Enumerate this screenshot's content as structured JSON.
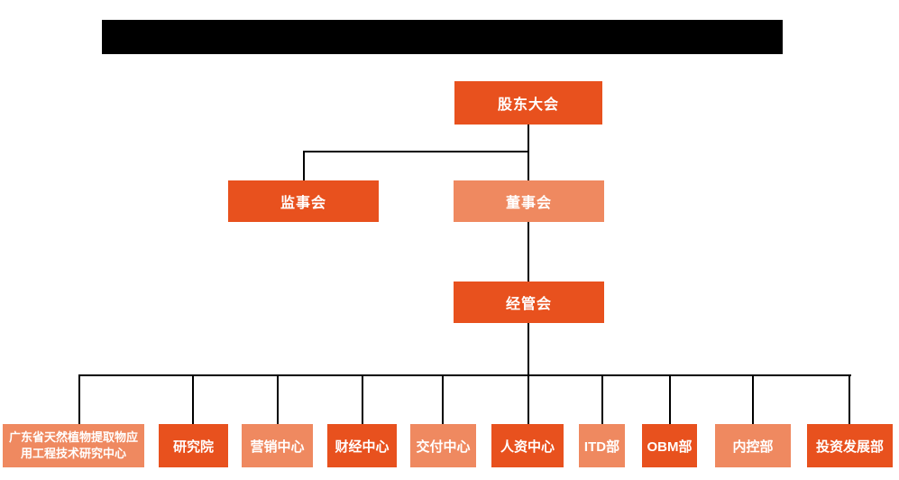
{
  "colors": {
    "primary": "#E8511E",
    "secondary": "#EF8960",
    "line": "#000000",
    "text": "#FFFFFF",
    "redacted_bar": "#000000"
  },
  "org": {
    "root": {
      "label": "股东大会"
    },
    "supervisory": {
      "label": "监事会"
    },
    "board": {
      "label": "董事会"
    },
    "management": {
      "label": "经管会"
    },
    "departments": [
      {
        "label": "广东省天然植物提取物应用工程技术研究中心",
        "tone": "secondary"
      },
      {
        "label": "研究院",
        "tone": "primary"
      },
      {
        "label": "营销中心",
        "tone": "secondary"
      },
      {
        "label": "财经中心",
        "tone": "primary"
      },
      {
        "label": "交付中心",
        "tone": "secondary"
      },
      {
        "label": "人资中心",
        "tone": "primary"
      },
      {
        "label": "ITD部",
        "tone": "secondary"
      },
      {
        "label": "OBM部",
        "tone": "primary"
      },
      {
        "label": "内控部",
        "tone": "secondary"
      },
      {
        "label": "投资发展部",
        "tone": "primary"
      }
    ]
  }
}
